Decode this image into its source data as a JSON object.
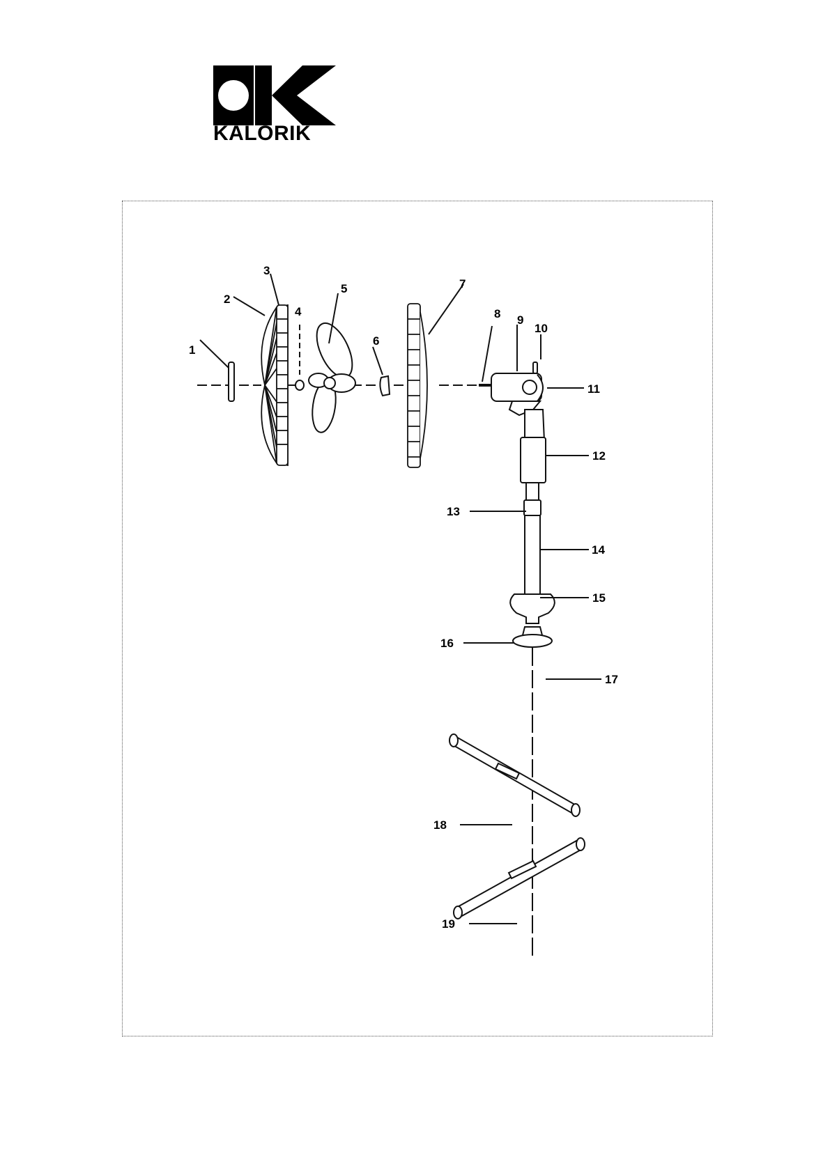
{
  "brand": {
    "name": "KALORIK",
    "color": "#000000"
  },
  "diagram": {
    "type": "exploded-parts-view",
    "line_color": "#111111",
    "parts": [
      {
        "number": "1"
      },
      {
        "number": "2"
      },
      {
        "number": "3"
      },
      {
        "number": "4"
      },
      {
        "number": "5"
      },
      {
        "number": "6"
      },
      {
        "number": "7"
      },
      {
        "number": "8"
      },
      {
        "number": "9"
      },
      {
        "number": "10"
      },
      {
        "number": "11"
      },
      {
        "number": "12"
      },
      {
        "number": "13"
      },
      {
        "number": "14"
      },
      {
        "number": "15"
      },
      {
        "number": "16"
      },
      {
        "number": "17"
      },
      {
        "number": "18"
      },
      {
        "number": "19"
      }
    ]
  }
}
